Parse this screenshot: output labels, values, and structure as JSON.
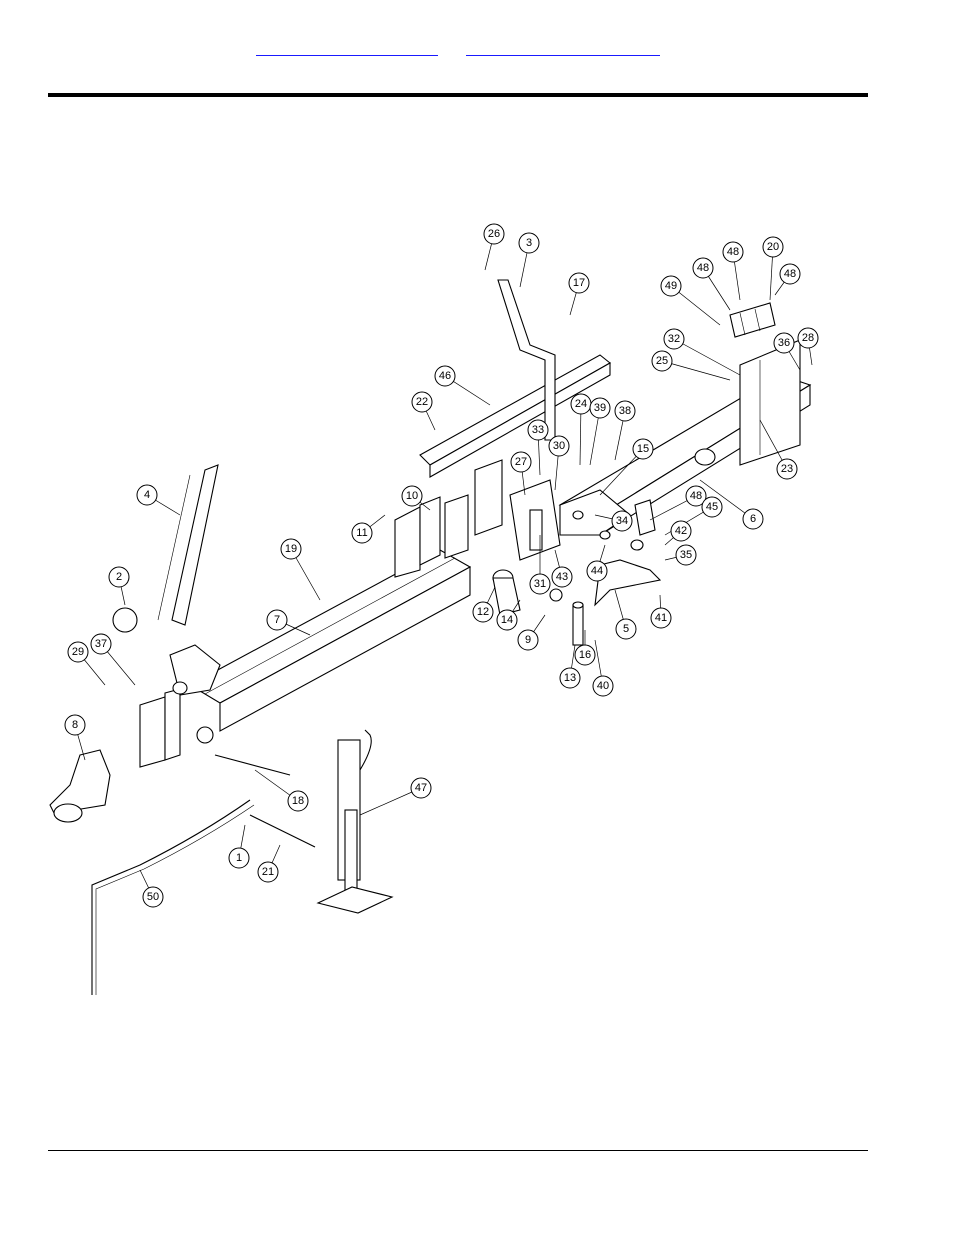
{
  "header": {
    "link_1": "",
    "link_2": ""
  },
  "callouts": [
    {
      "label": "26"
    },
    {
      "label": "3"
    },
    {
      "label": "17"
    },
    {
      "label": "48"
    },
    {
      "label": "20"
    },
    {
      "label": "48"
    },
    {
      "label": "48"
    },
    {
      "label": "49"
    },
    {
      "label": "32"
    },
    {
      "label": "25"
    },
    {
      "label": "36"
    },
    {
      "label": "28"
    },
    {
      "label": "46"
    },
    {
      "label": "22"
    },
    {
      "label": "24"
    },
    {
      "label": "39"
    },
    {
      "label": "38"
    },
    {
      "label": "33"
    },
    {
      "label": "30"
    },
    {
      "label": "27"
    },
    {
      "label": "15"
    },
    {
      "label": "23"
    },
    {
      "label": "10"
    },
    {
      "label": "11"
    },
    {
      "label": "4"
    },
    {
      "label": "6"
    },
    {
      "label": "48"
    },
    {
      "label": "45"
    },
    {
      "label": "34"
    },
    {
      "label": "42"
    },
    {
      "label": "19"
    },
    {
      "label": "35"
    },
    {
      "label": "44"
    },
    {
      "label": "31"
    },
    {
      "label": "43"
    },
    {
      "label": "12"
    },
    {
      "label": "14"
    },
    {
      "label": "9"
    },
    {
      "label": "5"
    },
    {
      "label": "41"
    },
    {
      "label": "2"
    },
    {
      "label": "7"
    },
    {
      "label": "16"
    },
    {
      "label": "13"
    },
    {
      "label": "40"
    },
    {
      "label": "29"
    },
    {
      "label": "37"
    },
    {
      "label": "8"
    },
    {
      "label": "18"
    },
    {
      "label": "47"
    },
    {
      "label": "1"
    },
    {
      "label": "21"
    },
    {
      "label": "50"
    }
  ]
}
